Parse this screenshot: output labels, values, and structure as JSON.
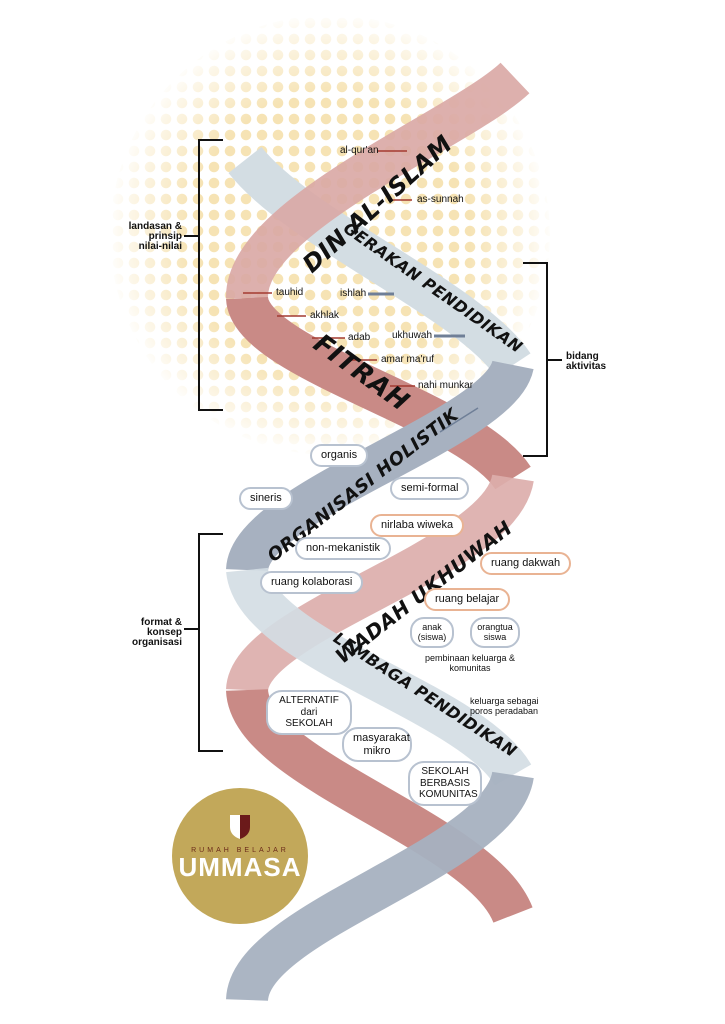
{
  "ribbons": {
    "din": "DIN AL-ISLAM",
    "gerakan": "GERAKAN PENDIDIKAN",
    "fitrah": "FITRAH",
    "organisasi": "ORGANISASI HOLISTIK",
    "wadah": "WADAH UKHUWAH",
    "lembaga": "LEMBAGA PENDIDIKAN"
  },
  "labels": {
    "alquran": "al-qur'an",
    "assunnah": "as-sunnah",
    "tauhid": "tauhid",
    "ishlah": "ishlah",
    "akhlak": "akhlak",
    "adab": "adab",
    "ukhuwah": "ukhuwah",
    "amar": "amar ma'ruf",
    "nahi": "nahi munkar"
  },
  "brackets": {
    "landasan": "landasan & prinsip nilai-nilai",
    "bidang": "bidang aktivitas",
    "format": "format & konsep organisasi"
  },
  "pills": {
    "organis": "organis",
    "sineris": "sineris",
    "semiformal": "semi-formal",
    "nirlaba": "nirlaba wiweka",
    "nonmek": "non-mekanistik",
    "dakwah": "ruang dakwah",
    "kolaborasi": "ruang kolaborasi",
    "belajar": "ruang belajar",
    "anak": "anak (siswa)",
    "orangtua": "orangtua siswa",
    "alternatif": "ALTERNATIF dari SEKOLAH",
    "masyarakat": "masyarakat mikro",
    "sekolah": "SEKOLAH BERBASIS KOMUNITAS"
  },
  "notes": {
    "pembinaan": "pembinaan keluarga & komunitas",
    "keluarga": "keluarga sebagai poros peradaban"
  },
  "logo": {
    "top": "RUMAH BELAJAR",
    "name": "UMMASA"
  },
  "colors": {
    "red": "#c98a86",
    "pink": "#dcaeab",
    "slate": "#a7b1c0",
    "light": "#d3dde3",
    "gold": "#c2a85a",
    "dots": "#f6e3b4"
  }
}
